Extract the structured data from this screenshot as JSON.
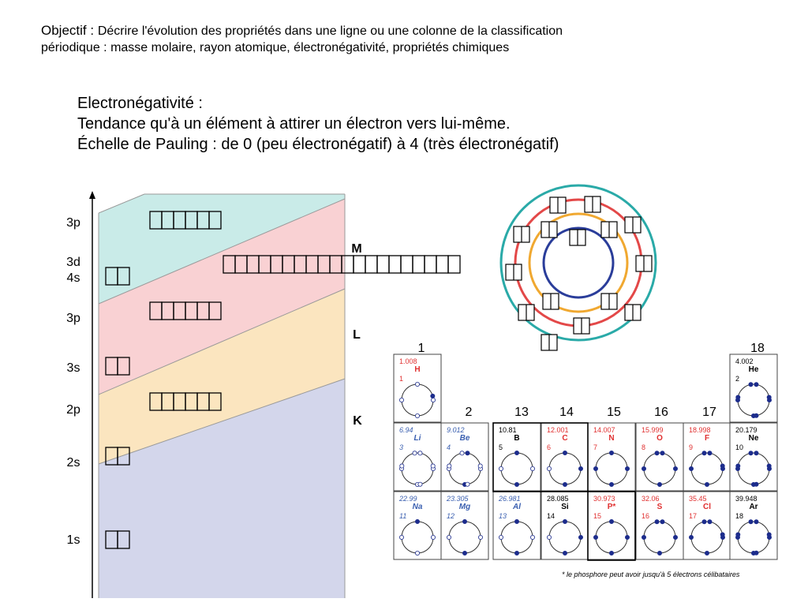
{
  "objective": {
    "prefix": "Objectif : ",
    "text": "Décrire l'évolution des propriétés dans une ligne ou une colonne de la classification",
    "line2": "périodique : masse molaire, rayon atomique, électronégativité, propriétés chimiques"
  },
  "definition": {
    "line1": "Electronégativité :",
    "line2": "Tendance qu'à un élément à attirer un électron vers lui-même.",
    "line3": "Échelle de Pauling : de 0 (peu électronégatif) à 4 (très électronégatif)"
  },
  "energy_diagram": {
    "left_labels": [
      {
        "id": "l-3p-top",
        "text": "3p"
      },
      {
        "id": "l-3d",
        "text": "3d"
      },
      {
        "id": "l-4s",
        "text": "4s"
      },
      {
        "id": "l-3p",
        "text": "3p"
      },
      {
        "id": "l-3s",
        "text": "3s"
      },
      {
        "id": "l-2p",
        "text": "2p"
      },
      {
        "id": "l-2s",
        "text": "2s"
      },
      {
        "id": "l-1s",
        "text": "1s"
      }
    ],
    "shells": [
      "M",
      "L",
      "K"
    ],
    "colors": {
      "band1": "#d3d6eb",
      "band2": "#fbe5bf",
      "band3": "#f9d1d3",
      "band4": "#c9ebe8"
    }
  },
  "periodic_table": {
    "groups": [
      "1",
      "18",
      "2",
      "13",
      "14",
      "15",
      "16",
      "17"
    ],
    "cells": [
      {
        "id": "H",
        "mass": "1.008",
        "sym": "H",
        "z": "1",
        "color": "#e03030"
      },
      {
        "id": "He",
        "mass": "4.002",
        "sym": "He",
        "z": "2",
        "color": "#000000"
      },
      {
        "id": "Li",
        "mass": "6.94",
        "sym": "Li",
        "z": "3",
        "color": "#3a5fb0"
      },
      {
        "id": "Be",
        "mass": "9.012",
        "sym": "Be",
        "z": "4",
        "color": "#3a5fb0"
      },
      {
        "id": "B",
        "mass": "10.81",
        "sym": "B",
        "z": "5",
        "color": "#000000"
      },
      {
        "id": "C",
        "mass": "12.001",
        "sym": "C",
        "z": "6",
        "color": "#e03030"
      },
      {
        "id": "N",
        "mass": "14.007",
        "sym": "N",
        "z": "7",
        "color": "#e03030"
      },
      {
        "id": "O",
        "mass": "15.999",
        "sym": "O",
        "z": "8",
        "color": "#e03030"
      },
      {
        "id": "F",
        "mass": "18.998",
        "sym": "F",
        "z": "9",
        "color": "#e03030"
      },
      {
        "id": "Ne",
        "mass": "20.179",
        "sym": "Ne",
        "z": "10",
        "color": "#000000"
      },
      {
        "id": "Na",
        "mass": "22.99",
        "sym": "Na",
        "z": "11",
        "color": "#3a5fb0"
      },
      {
        "id": "Mg",
        "mass": "23.305",
        "sym": "Mg",
        "z": "12",
        "color": "#3a5fb0"
      },
      {
        "id": "Al",
        "mass": "26.981",
        "sym": "Al",
        "z": "13",
        "color": "#3a5fb0"
      },
      {
        "id": "Si",
        "mass": "28.085",
        "sym": "Si",
        "z": "14",
        "color": "#000000"
      },
      {
        "id": "P",
        "mass": "30.973",
        "sym": "P*",
        "z": "15",
        "color": "#e03030"
      },
      {
        "id": "S",
        "mass": "32.06",
        "sym": "S",
        "z": "16",
        "color": "#e03030"
      },
      {
        "id": "Cl",
        "mass": "35.45",
        "sym": "Cl",
        "z": "17",
        "color": "#e03030"
      },
      {
        "id": "Ar",
        "mass": "39.948",
        "sym": "Ar",
        "z": "18",
        "color": "#000000"
      }
    ],
    "footnote": "* le phosphore peut avoir jusqu'à 5 électrons célibataires"
  },
  "atom_model": {
    "colors": {
      "inner": "#2a3d9a",
      "middle": "#f0a830",
      "outer1": "#e34848",
      "outer2": "#2aaaa8"
    }
  }
}
